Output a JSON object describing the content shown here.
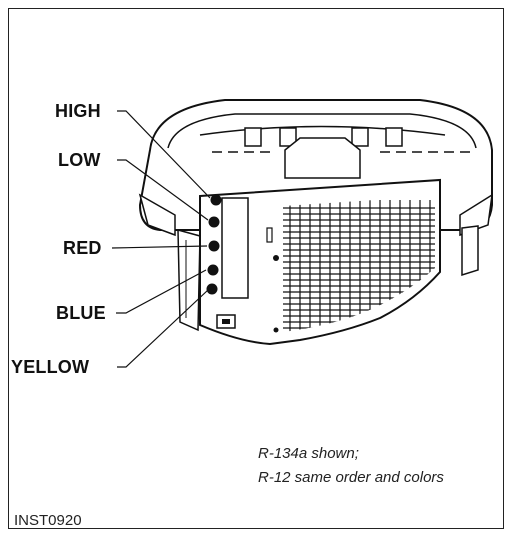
{
  "labels": {
    "high": "HIGH",
    "low": "LOW",
    "red": "RED",
    "blue": "BLUE",
    "yellow": "YELLOW"
  },
  "note": {
    "line1": "R-134a shown;",
    "line2": "R-12 same order and colors"
  },
  "figure_code": "INST0920",
  "colors": {
    "ink": "#111111",
    "frame": "#222222",
    "background": "#ffffff"
  }
}
